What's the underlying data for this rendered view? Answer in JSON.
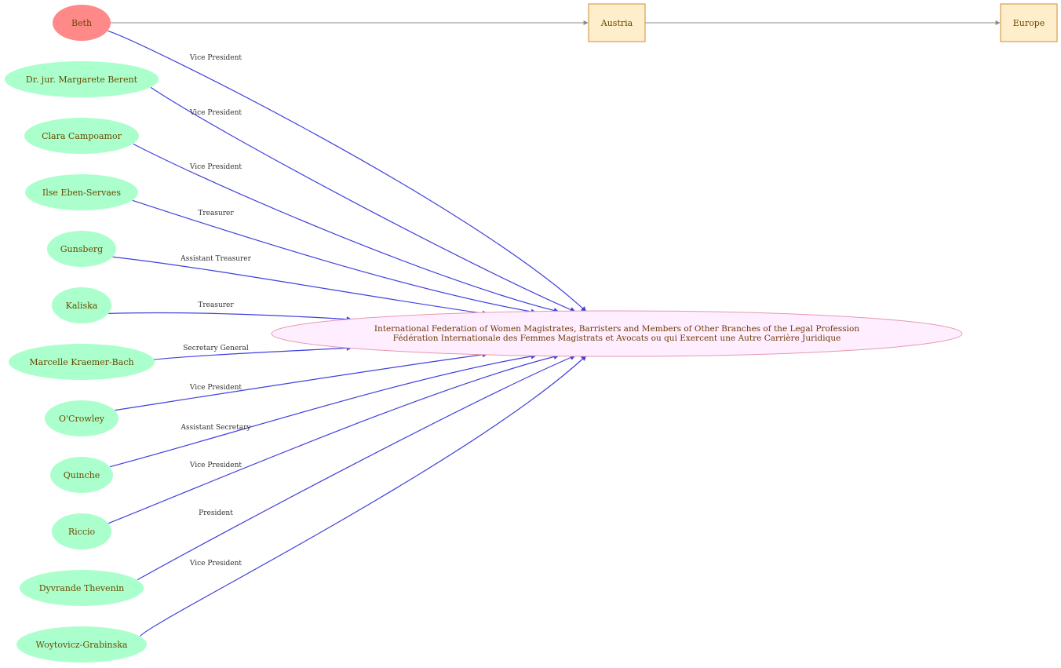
{
  "colors": {
    "person_fill": "#aaffcc",
    "highlight_fill": "#ff8888",
    "org_fill": "#ffeeff",
    "org_stroke": "#e699aa",
    "place_fill": "#ffeecc",
    "place_stroke": "#d4a050",
    "role_edge": "#4040dd",
    "place_edge": "#888888"
  },
  "organization": {
    "line1": "International Federation of Women Magistrates, Barristers and Members of Other Branches of the Legal Profession",
    "line2": "Fédération Internationale des Femmes Magistrats et Avocats ou qui Exercent une Autre Carrière Juridique"
  },
  "places": [
    {
      "id": "austria",
      "label": "Austria"
    },
    {
      "id": "europe",
      "label": "Europe"
    }
  ],
  "place_edges": [
    {
      "from": "beth",
      "to": "austria"
    },
    {
      "from": "austria",
      "to": "europe"
    }
  ],
  "people": [
    {
      "id": "beth",
      "label": "Beth",
      "role": "Vice President",
      "highlight": true
    },
    {
      "id": "berent",
      "label": "Dr. jur. Margarete Berent",
      "role": "Vice President"
    },
    {
      "id": "campoamor",
      "label": "Clara Campoamor",
      "role": "Vice President"
    },
    {
      "id": "eben-servaes",
      "label": "Ilse Eben-Servaes",
      "role": "Treasurer"
    },
    {
      "id": "gunsberg",
      "label": "Gunsberg",
      "role": "Assistant Treasurer"
    },
    {
      "id": "kaliska",
      "label": "Kaliska",
      "role": "Treasurer"
    },
    {
      "id": "kraemer-bach",
      "label": "Marcelle Kraemer-Bach",
      "role": "Secretary General"
    },
    {
      "id": "ocrowley",
      "label": "O'Crowley",
      "role": "Vice President"
    },
    {
      "id": "quinche",
      "label": "Quinche",
      "role": "Assistant Secretary"
    },
    {
      "id": "riccio",
      "label": "Riccio",
      "role": "Vice President"
    },
    {
      "id": "thevenin",
      "label": "Dyvrande Thevenin",
      "role": "President"
    },
    {
      "id": "woytovicz",
      "label": "Woytovicz-Grabinska",
      "role": "Vice President"
    }
  ]
}
